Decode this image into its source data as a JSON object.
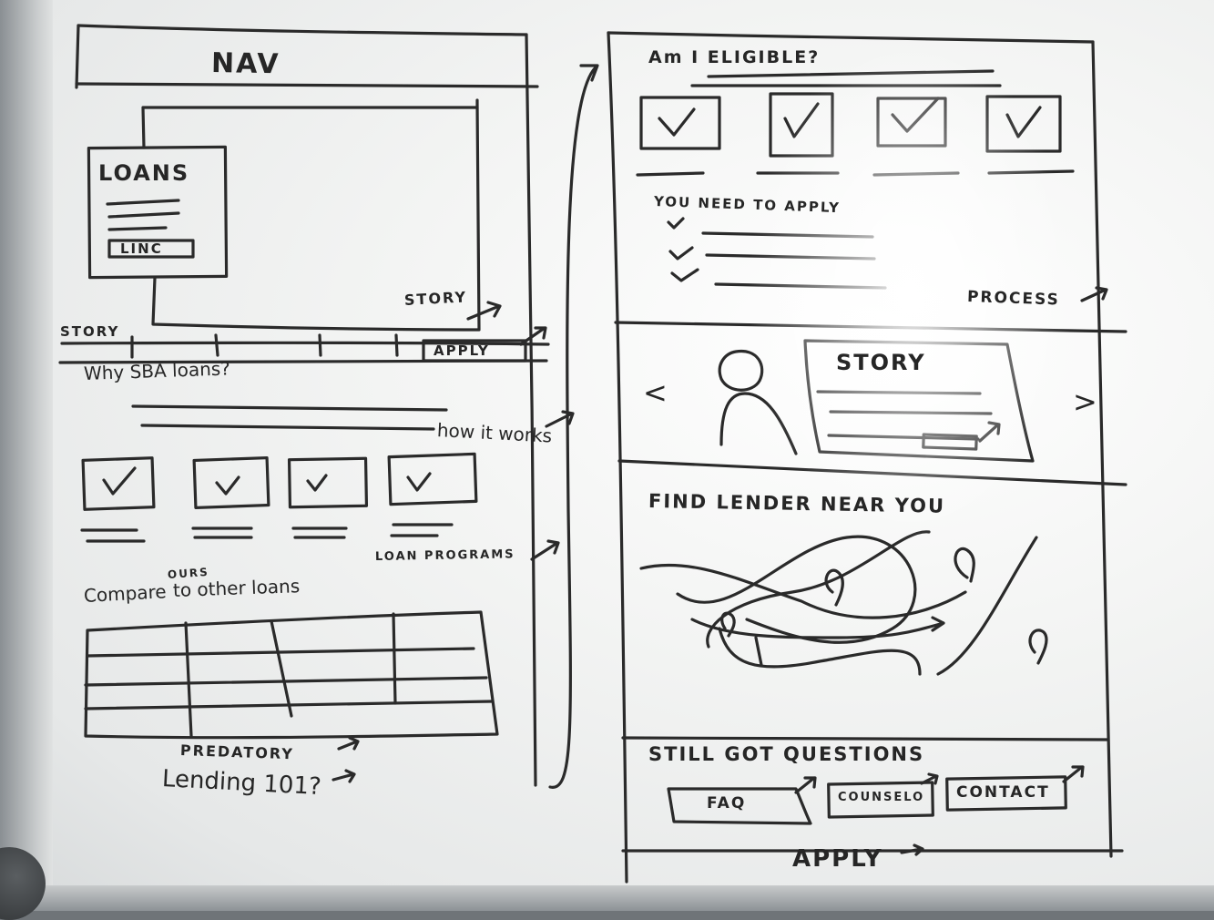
{
  "left_page": {
    "nav_label": "NAV",
    "hero_card": {
      "title": "LOANS",
      "link_label": "LINC"
    },
    "hero_story_link": "STORY",
    "tab_bar": {
      "first_label": "STORY",
      "last_label": "APPLY"
    },
    "why_heading": "Why SBA loans?",
    "how_it_works_link": "how it works",
    "loan_programs_link": "LOAN PROGRAMS",
    "compare_heading": "Compare",
    "compare_insert": "OURS",
    "compare_heading_rest": "to other loans",
    "predatory_link": "PREDATORY",
    "lending_link": "Lending 101?"
  },
  "right_page": {
    "eligible_heading": "Am I ELIGIBLE?",
    "need_heading": "YOU NEED TO APPLY",
    "process_link": "PROCESS",
    "story_title": "STORY",
    "carousel_prev": "<",
    "carousel_next": ">",
    "lender_heading": "FIND LENDER NEAR YOU",
    "questions_heading": "STILL GOT QUESTIONS",
    "buttons": {
      "faq": "FAQ",
      "counselor": "COUNSELO",
      "contact": "CONTACT"
    },
    "apply_label": "APPLY"
  }
}
